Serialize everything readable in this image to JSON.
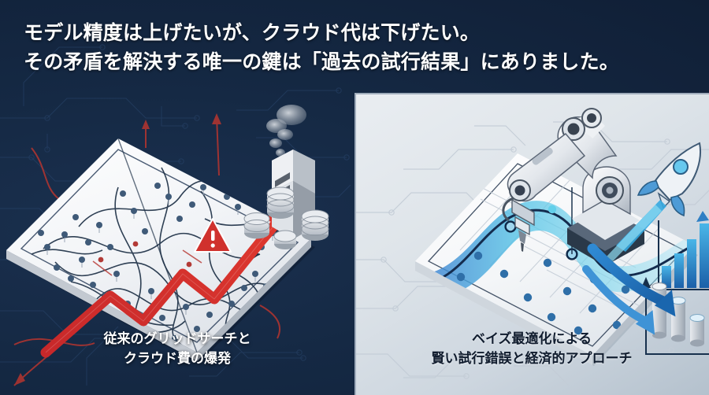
{
  "slide": {
    "headline": "モデル精度は上げたいが、クラウド代は下げたい。\nその矛盾を解決する唯一の鍵は「過去の試行結果」にありました。",
    "headline_line1": "モデル精度は上げたいが、クラウド代は下げたい。",
    "headline_line2": "その矛盾を解決する唯一の鍵は「過去の試行結果」にありました。",
    "background_color": "#13253f",
    "headline_color": "#ffffff"
  },
  "left_panel": {
    "caption": "従来のグリッドサーチと\nクラウド費の爆発",
    "caption_line1": "従来のグリッドサーチと",
    "caption_line2": "クラウド費の爆発",
    "caption_color": "#ffffff",
    "background_color": "#13253f",
    "accent_color": "#d0312d",
    "illustration": {
      "name": "grid-search-cost-explosion",
      "elements": [
        "isometric-grid-plane",
        "scattered-grid-points",
        "tangled-search-paths",
        "red-rising-zigzag-arrow",
        "warning-triangle-icon",
        "server-rack-with-smoke",
        "coin-stacks",
        "circuit-board-pattern"
      ]
    }
  },
  "right_panel": {
    "caption": "ベイズ最適化による\n賢い試行錯誤と経済的アプローチ",
    "caption_line1": "ベイズ最適化による",
    "caption_line2": "賢い試行錯誤と経済的アプローチ",
    "caption_color": "#101c2e",
    "background_color": "#dfe5ea",
    "accent_color": "#1f7ad4",
    "illustration": {
      "name": "bayesian-optimization-efficient",
      "elements": [
        "isometric-grid-plane",
        "gaussian-process-wave-curve",
        "sparse-sample-points",
        "robotic-arm",
        "rocket-icon",
        "ascending-bar-chart",
        "descending-bar-chart",
        "blue-down-arrows",
        "circuit-board-pattern"
      ]
    }
  }
}
